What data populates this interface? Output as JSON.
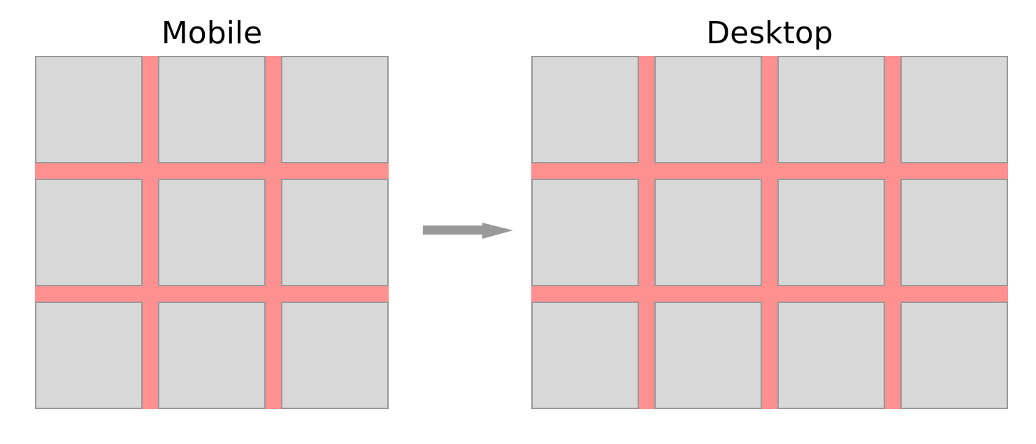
{
  "mobile": {
    "title": "Mobile",
    "columns": 3,
    "rows": 3
  },
  "desktop": {
    "title": "Desktop",
    "columns": 4,
    "rows": 3
  },
  "arrow": {
    "direction": "right",
    "icon": "arrow-right-icon"
  },
  "colors": {
    "cell_fill": "#d8d8d8",
    "cell_border": "#999999",
    "gutter": "#ff9090",
    "arrow": "#999999",
    "title_text": "#000000"
  }
}
